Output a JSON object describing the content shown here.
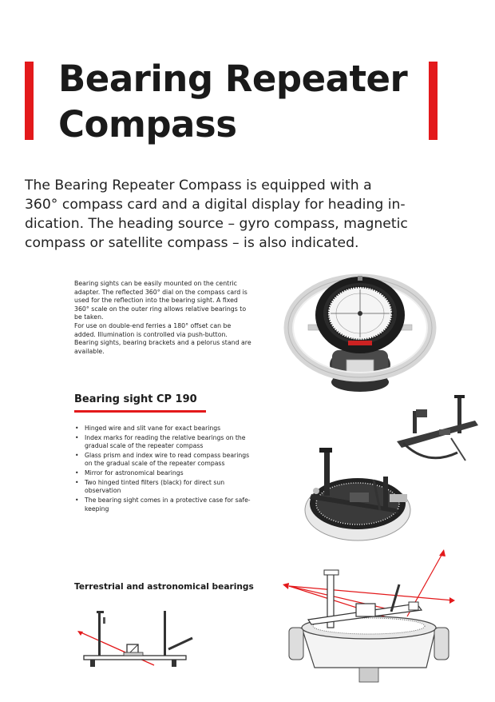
{
  "title": {
    "line1": "Bearing Repeater",
    "line2": "Compass"
  },
  "intro": {
    "lines": [
      "The Bearing Repeater Compass is equipped with a",
      "360° compass card and a digital display for heading in-",
      "dication. The heading source – gyro compass, magnetic",
      "compass or satellite compass – is also indicated."
    ]
  },
  "description": {
    "lines": [
      "Bearing sights can be easily mounted on the centric",
      "adapter. The reflected 360° dial on the compass card is",
      "used for the reflection into the bearing sight. A fixed",
      "360° scale on the outer ring allows relative bearings to",
      "be taken.",
      "For use on double-end ferries a 180° offset can be",
      "added. Illumination is controlled via push-button.",
      "Bearing sights, bearing brackets and a pelorus stand are",
      "available."
    ]
  },
  "bearing_sight": {
    "heading": "Bearing sight CP 190",
    "bullets": [
      {
        "lines": [
          "Hinged wire and slit vane for exact bearings"
        ]
      },
      {
        "lines": [
          "Index marks for reading the relative bearings on the",
          "gradual scale of the repeater compass"
        ]
      },
      {
        "lines": [
          "Glass prism and index wire to read compass bearings",
          "on the gradual scale of the repeater compass"
        ]
      },
      {
        "lines": [
          "Mirror for astronomical bearings"
        ]
      },
      {
        "lines": [
          "Two hinged tinted filters (black) for direct sun",
          "observation"
        ]
      },
      {
        "lines": [
          "The bearing sight comes in a protective case for safe-",
          "keeping"
        ]
      }
    ]
  },
  "terrestrial": {
    "heading": "Terrestrial and astronomical bearings"
  },
  "colors": {
    "accent_red": "#e3191b",
    "text": "#1a1a1a"
  }
}
